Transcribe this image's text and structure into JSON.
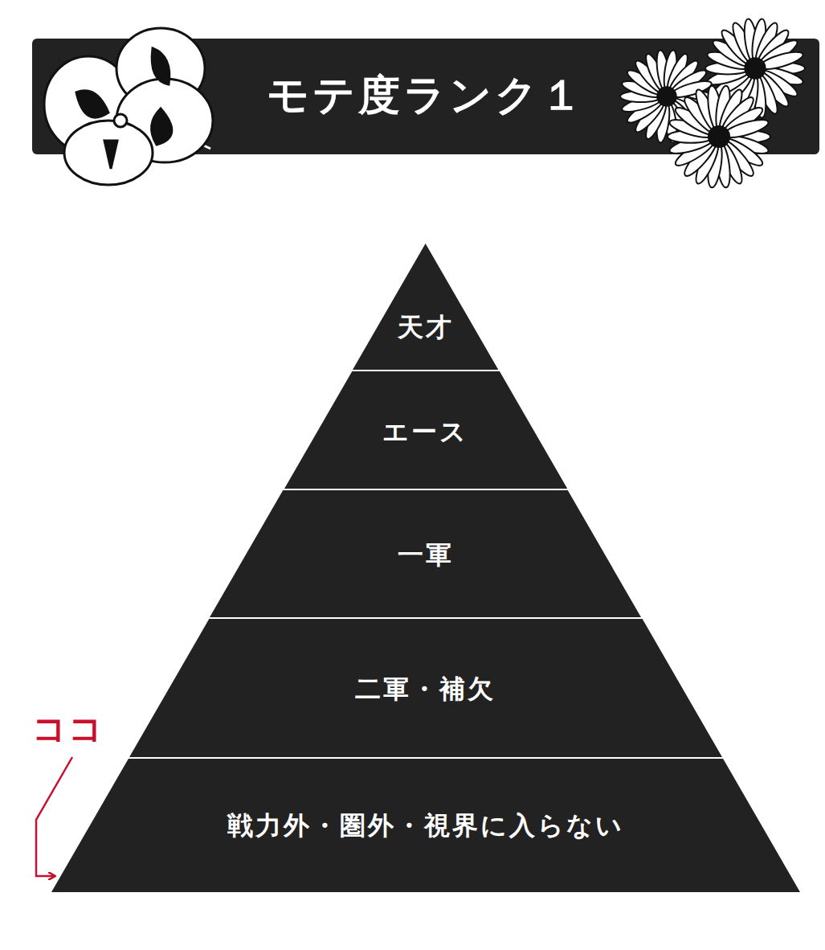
{
  "diagram": {
    "title": "モテ度ランク１",
    "nodes": [
      {
        "text": [
          "天才"
        ]
      },
      {
        "text": [
          "エース"
        ]
      },
      {
        "text": [
          "一軍"
        ]
      },
      {
        "text": [
          "二軍・補欠"
        ]
      },
      {
        "text": [
          "戦力外・圏外・視界に入らない"
        ]
      }
    ],
    "labels": [
      "ココ"
    ]
  }
}
